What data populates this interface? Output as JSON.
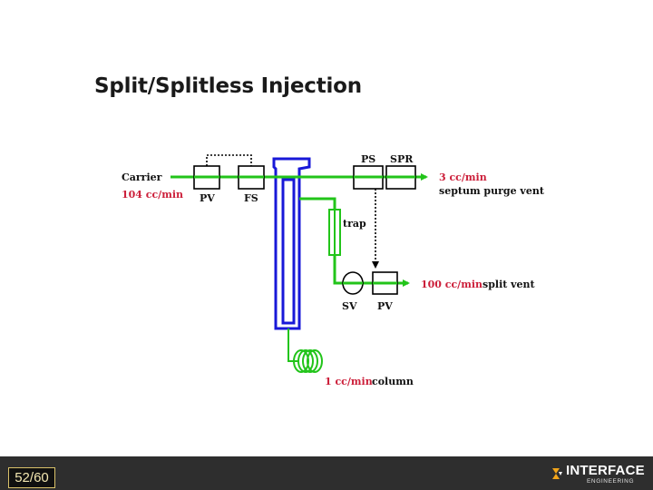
{
  "slide": {
    "title": "Split/Splitless Injection"
  },
  "diagram": {
    "carrier_label": "Carrier",
    "carrier_flow": "104 cc/min",
    "pv_label": "PV",
    "fs_label": "FS",
    "ps_label": "PS",
    "spr_label": "SPR",
    "purge_flow": "3 cc/min",
    "purge_label": "septum purge vent",
    "trap_label": "trap",
    "sv_label": "SV",
    "pv2_label": "PV",
    "split_flow": "100 cc/min",
    "split_label": "split vent",
    "column_flow": "1 cc/min",
    "column_label": "column",
    "colors": {
      "gas_line": "#22c41a",
      "injector": "#1818d8",
      "flow_text": "#cc1f3a",
      "control_link": "#000000"
    }
  },
  "footer": {
    "page": "52/60",
    "brand_name": "INTERFACE",
    "brand_sub": "ENGINEERING"
  }
}
